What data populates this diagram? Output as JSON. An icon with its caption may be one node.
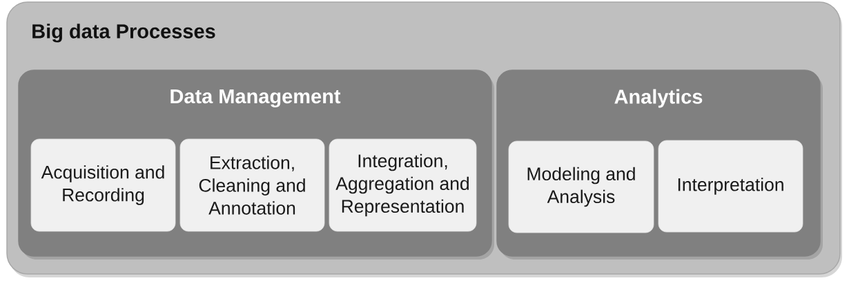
{
  "diagram": {
    "nodes": [
      {
        "text": [
          "Big data Processes"
        ]
      },
      {
        "text": [
          "Data Management"
        ],
        "in": 0
      },
      {
        "text": [
          "Acquisition and Recording"
        ],
        "in": 1
      },
      {
        "text": [
          "Extraction, Cleaning and Annotation"
        ],
        "in": 1
      },
      {
        "text": [
          "Integration, Aggregation and Representation"
        ],
        "in": 1
      },
      {
        "text": [
          "Analytics"
        ],
        "in": 0
      },
      {
        "text": [
          "Modeling and Analysis"
        ],
        "in": 5
      },
      {
        "text": [
          "Interpretation"
        ],
        "in": 5
      }
    ]
  }
}
